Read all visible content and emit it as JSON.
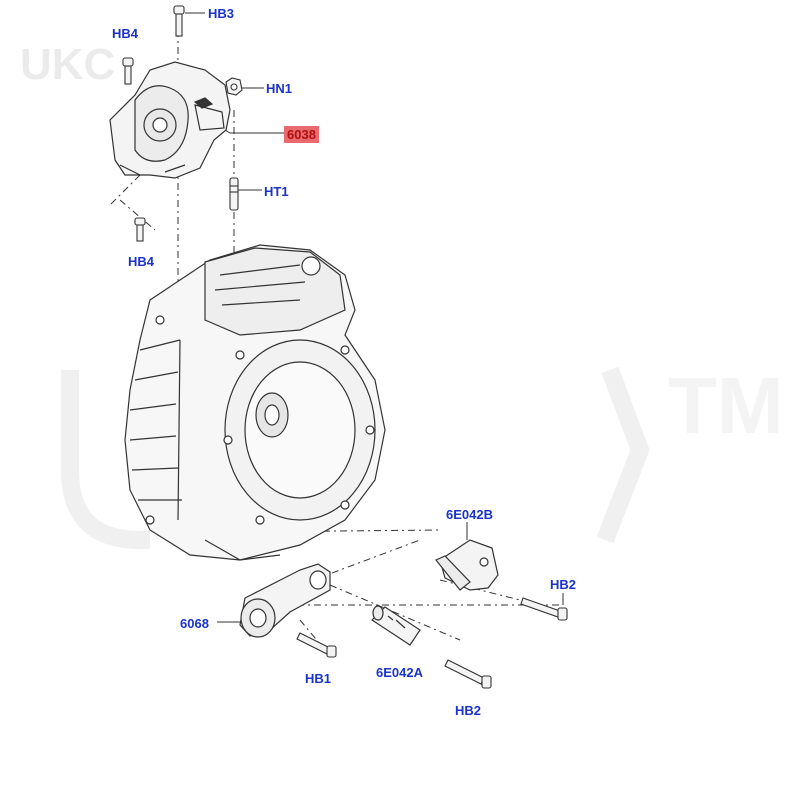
{
  "colors": {
    "callout_text": "#1a33c9",
    "highlight_bg": "#e86a6f",
    "highlight_text": "#b01010",
    "line": "#333333",
    "part_stroke": "#333333",
    "part_fill": "#f4f4f4",
    "watermark": "#c8c8c8"
  },
  "watermark": {
    "corner_text": "UKC",
    "center_text": "TM"
  },
  "labels": [
    {
      "id": "hb3",
      "text": "HB3"
    },
    {
      "id": "hb4-top",
      "text": "HB4"
    },
    {
      "id": "hn1",
      "text": "HN1"
    },
    {
      "id": "p6038",
      "text": "6038",
      "highlight": true
    },
    {
      "id": "ht1",
      "text": "HT1"
    },
    {
      "id": "hb4-bottom",
      "text": "HB4"
    },
    {
      "id": "p6e042b",
      "text": "6E042B"
    },
    {
      "id": "hb2-right",
      "text": "HB2"
    },
    {
      "id": "p6068",
      "text": "6068"
    },
    {
      "id": "hb1",
      "text": "HB1"
    },
    {
      "id": "p6e042a",
      "text": "6E042A"
    },
    {
      "id": "hb2-bottom",
      "text": "HB2"
    }
  ]
}
